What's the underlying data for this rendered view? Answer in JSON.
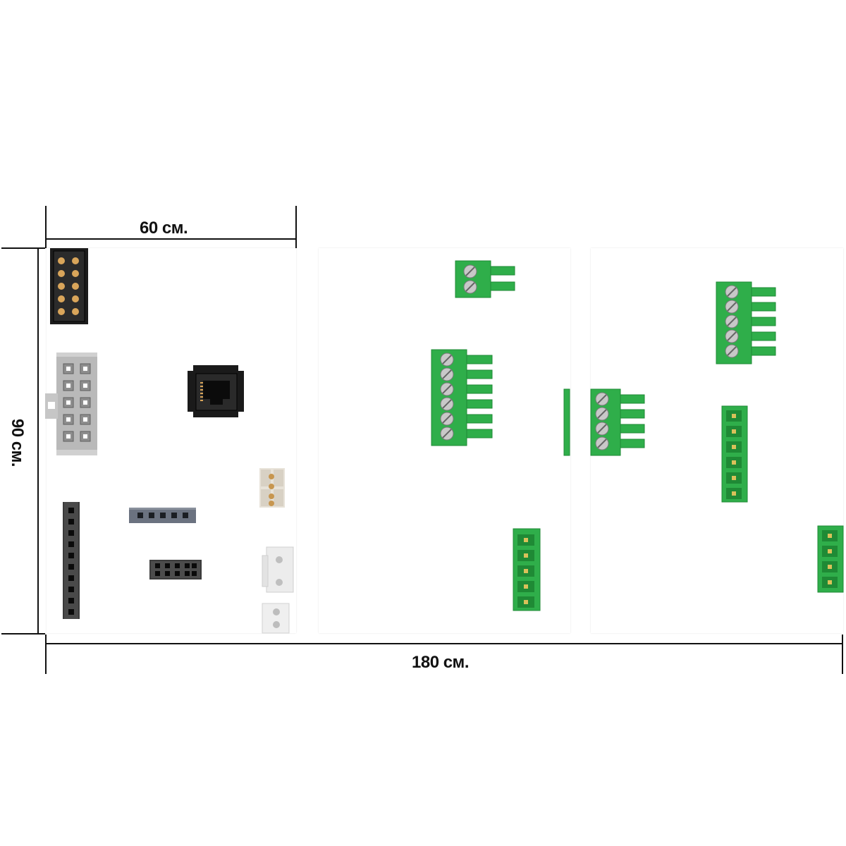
{
  "dimensions": {
    "top_width": "60 см.",
    "left_height": "90 см.",
    "bottom_width": "180 см."
  },
  "panels": [
    "panel-left",
    "panel-middle",
    "panel-right"
  ],
  "colors": {
    "terminal_green": "#2fae4a",
    "terminal_green_dark": "#1f8a35",
    "header_black": "#1c1c1c",
    "pin_gold": "#d9a55a",
    "molex_grey": "#b9b9b9",
    "slate": "#6b7280",
    "line": "#111111"
  },
  "components": {
    "panel_left": [
      "idc-header-2x5-icon",
      "molex-2x5-housing-icon",
      "rj11-jack-icon",
      "single-row-socket-10-icon",
      "slate-strip-5-icon",
      "dual-row-socket-2x5-icon",
      "tan-connector-pair-icon",
      "white-jst-connector-icon",
      "white-small-connector-icon"
    ],
    "panel_middle": [
      "green-terminal-2pin-icon",
      "green-terminal-6pin-icon",
      "green-pluggable-5pin-icon",
      "green-edge-strip-icon"
    ],
    "panel_right": [
      "green-terminal-5pin-icon",
      "green-terminal-4pin-icon",
      "green-pluggable-6pin-icon",
      "green-pluggable-4pin-icon"
    ]
  }
}
